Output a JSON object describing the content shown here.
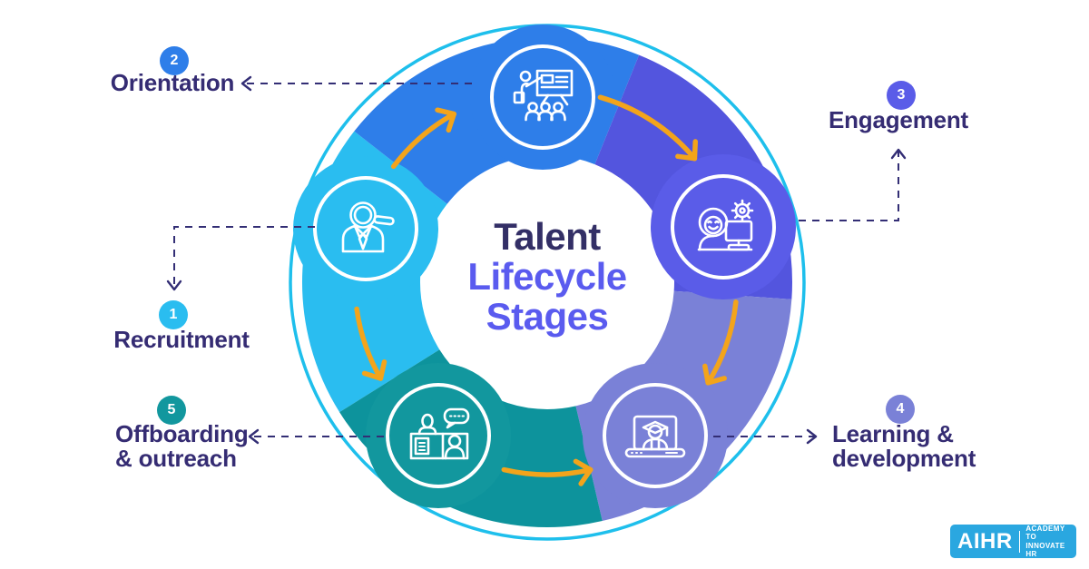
{
  "title": {
    "line1": "Talent",
    "line2": "Lifecycle",
    "line3": "Stages"
  },
  "stages": [
    {
      "id": "recruitment",
      "number": "1",
      "label": "Recruitment",
      "icon": "magnifier-candidate-icon",
      "color": "#2ABDF0"
    },
    {
      "id": "orientation",
      "number": "2",
      "label": "Orientation",
      "icon": "presentation-training-icon",
      "color": "#2E7EE9"
    },
    {
      "id": "engagement",
      "number": "3",
      "label": "Engagement",
      "icon": "employee-workstation-gear-icon",
      "color": "#5A5CE8"
    },
    {
      "id": "learning",
      "number": "4",
      "label_line1": "Learning &",
      "label_line2": "development",
      "icon": "graduate-laptop-icon",
      "color": "#7A81D7"
    },
    {
      "id": "offboarding",
      "number": "5",
      "label_line1": "Offboarding",
      "label_line2": "& outreach",
      "icon": "exit-interview-icon",
      "color": "#12979E"
    }
  ],
  "logo": {
    "brand": "AIHR",
    "tagline_line1": "ACADEMY TO",
    "tagline_line2": "INNOVATE HR"
  },
  "palette": {
    "ring_cyan": "#2ABDF0",
    "ring_blue": "#2E7EE9",
    "ring_indigo": "#5355DE",
    "ring_periwinkle": "#7A81D7",
    "ring_teal": "#0D939C",
    "outer_circle_cyan": "#1EBFEC",
    "arrow_orange": "#F3A41B",
    "connector_navy": "#332E75",
    "title_dark": "#332F66",
    "title_purple": "#5A5BEF",
    "label_navy": "#352C73",
    "logo_blue": "#2AA7E0"
  }
}
